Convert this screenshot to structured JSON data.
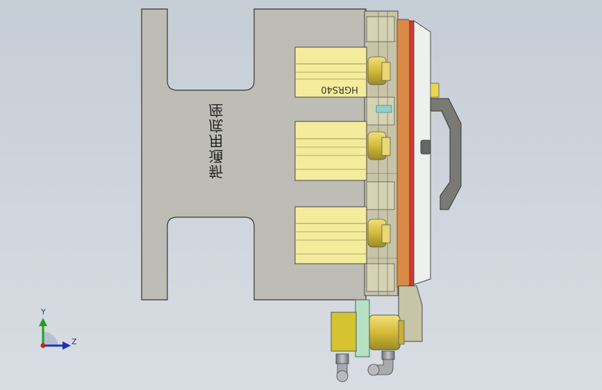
{
  "part": {
    "base_label": "新通用底座",
    "model_label": "HGRS40"
  },
  "triad": {
    "y_label": "Y",
    "z_label": "Z"
  },
  "colors": {
    "background_top": "#c5cdd6",
    "background_bottom": "#d8dde3",
    "base_plate": "#bdbdb6",
    "cylinder": "#f4ec9c",
    "frame": "#c8c4a8",
    "plate_orange": "#d98a46",
    "plate_red": "#d23a30",
    "side_panel": "#eef0ee",
    "handle": "#7a7a74",
    "brass": "#d9c34a",
    "fitting": "#8e9095",
    "green_plate": "#b8e0c2"
  }
}
